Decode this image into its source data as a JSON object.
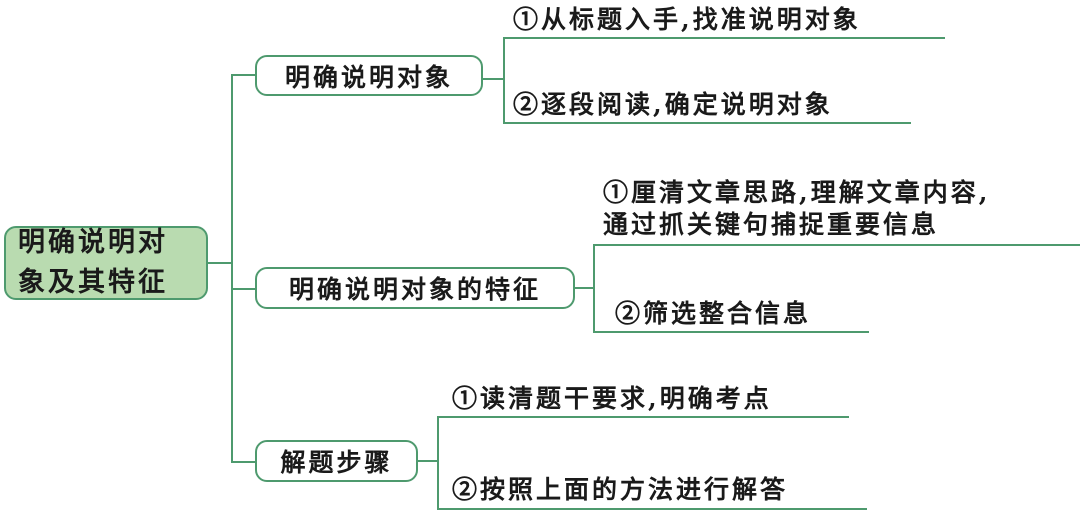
{
  "root": {
    "line1": "明确说明对",
    "line2": "象及其特征"
  },
  "branches": [
    {
      "label": "明确说明对象",
      "items": [
        "①从标题入手,找准说明对象",
        "②逐段阅读,确定说明对象"
      ]
    },
    {
      "label": "明确说明对象的特征",
      "items": [
        "①厘清文章思路,理解文章内容,",
        "通过抓关键句捕捉重要信息",
        "②筛选整合信息"
      ]
    },
    {
      "label": "解题步骤",
      "items": [
        "①读清题干要求,明确考点",
        "②按照上面的方法进行解答"
      ]
    }
  ],
  "colors": {
    "line": "#4e9a6e",
    "root_fill": "#b9dbb0"
  }
}
